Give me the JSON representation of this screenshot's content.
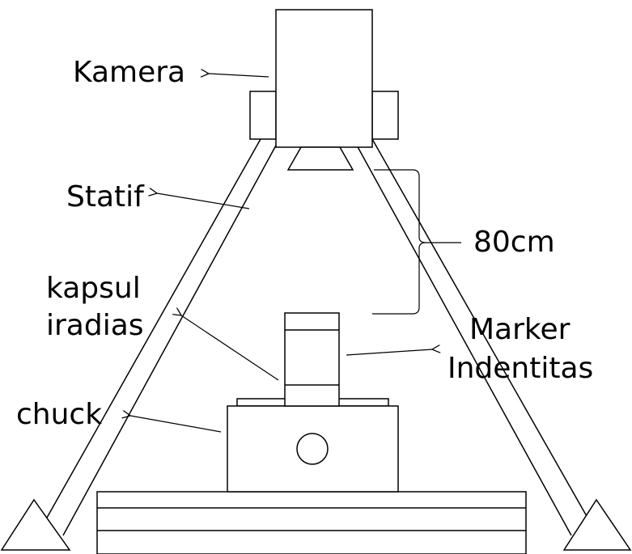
{
  "labels": {
    "kamera": "Kamera",
    "statif": "Statif",
    "kapsul_line1": "kapsul",
    "kapsul_line2": "iradias",
    "chuck": "chuck",
    "distance": "80cm",
    "marker_line1": "Marker",
    "marker_line2": "Indentitas"
  },
  "colors": {
    "stroke": "#000000",
    "background": "#ffffff"
  }
}
